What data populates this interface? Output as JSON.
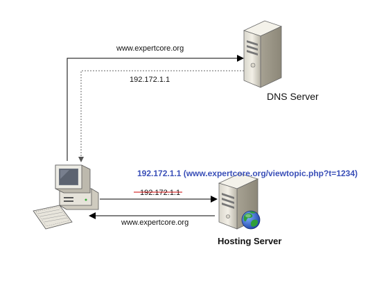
{
  "labels": {
    "dns_query": "www.expertcore.org",
    "dns_reply_ip": "192.172.1.1",
    "dns_server": "DNS Server",
    "hosting_request_ip": "192.172.1.1",
    "hosting_response": "www.expertcore.org",
    "hosting_server": "Hosting Server",
    "hosting_note": "192.172.1.1 (www.expertcore.org/viewtopic.php?t=1234)"
  },
  "colors": {
    "note_blue": "#3a4fb8",
    "strike_red": "#cc0000",
    "line": "#000000",
    "dotted_line": "#666666",
    "globe_green": "#2e9e3a",
    "globe_blue": "#3b63c9"
  },
  "icons": {
    "client": "desktop-computer-icon",
    "dns": "server-tower-icon",
    "hosting": "web-server-globe-icon"
  }
}
